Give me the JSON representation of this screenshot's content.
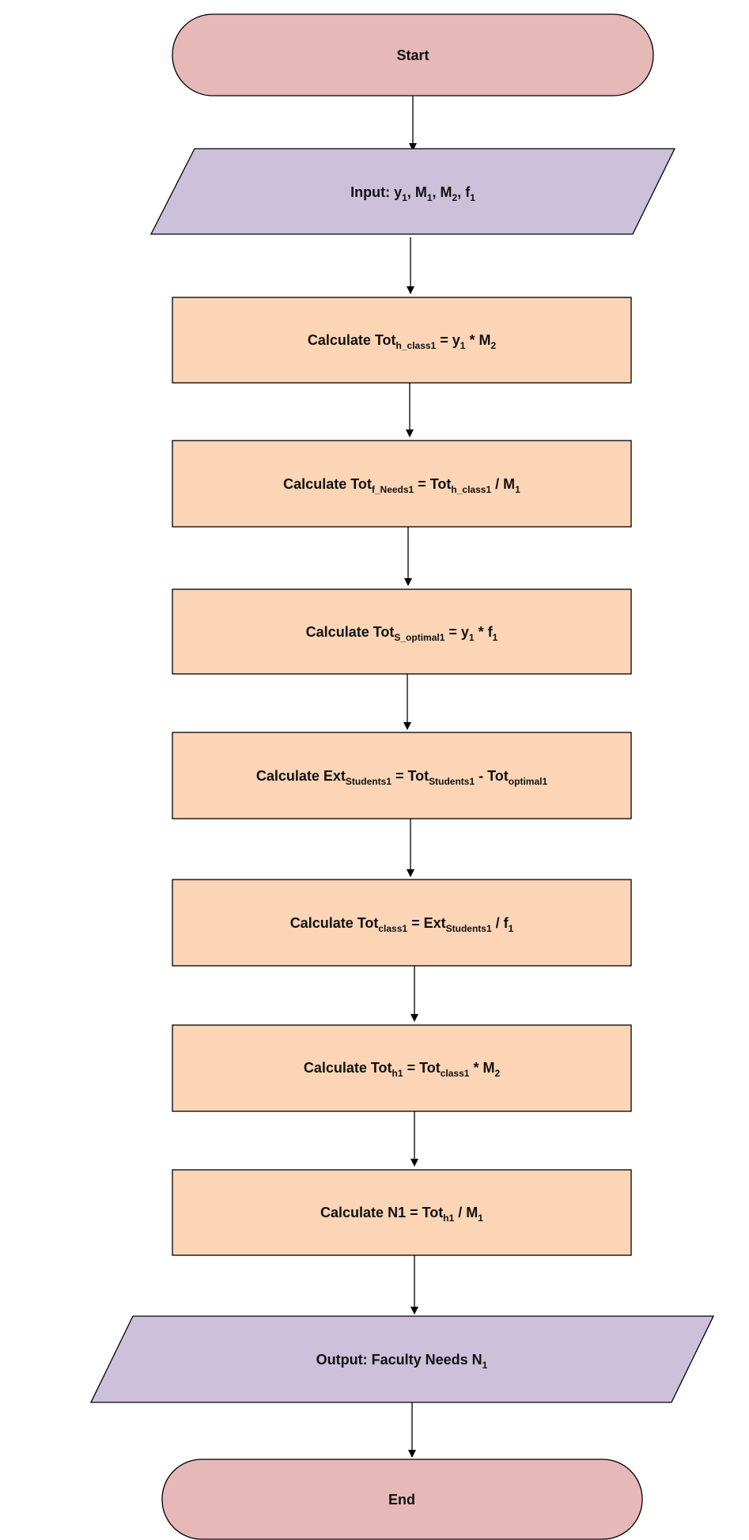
{
  "colors": {
    "terminal_fill": "#e6b8b7",
    "io_fill": "#ccc0da",
    "process_fill": "#fbd5b5",
    "stroke": "#000000"
  },
  "nodes": {
    "start": {
      "label": "Start"
    },
    "input": {
      "prefix": "Input: y",
      "s1": "1",
      "t1": ", M",
      "s2": "1",
      "t2": ", M",
      "s3": "2",
      "t3": ", f",
      "s4": "1"
    },
    "step1": {
      "t0": "Calculate Tot",
      "s0": "h_class1",
      "t1": " = y",
      "s1": "1",
      "t2": " * M",
      "s2": "2"
    },
    "step2": {
      "t0": "Calculate Tot",
      "s0": "f_Needs1",
      "t1": " = Tot",
      "s1": "h_class1",
      "t2": " / M",
      "s2": "1"
    },
    "step3": {
      "t0": "Calculate Tot",
      "s0": "S_optimal1",
      "t1": " = y",
      "s1": "1",
      "t2": " * f",
      "s2": "1"
    },
    "step4": {
      "t0": "Calculate Ext",
      "s0": "Students1",
      "t1": " = Tot",
      "s1": "Students1",
      "t2": " - Tot",
      "s2": "optimal1"
    },
    "step5": {
      "t0": "Calculate Tot",
      "s0": "class1",
      "t1": " = Ext",
      "s1": "Students1",
      "t2": " / f",
      "s2": "1"
    },
    "step6": {
      "t0": "Calculate Tot",
      "s0": "h1",
      "t1": " = Tot",
      "s1": "class1",
      "t2": " * M",
      "s2": "2"
    },
    "step7": {
      "t0": "Calculate N1 = Tot",
      "s0": "h1",
      "t1": " / M",
      "s1": "1"
    },
    "output": {
      "t0": "Output: Faculty Needs N",
      "s0": "1"
    },
    "end": {
      "label": "End"
    }
  }
}
